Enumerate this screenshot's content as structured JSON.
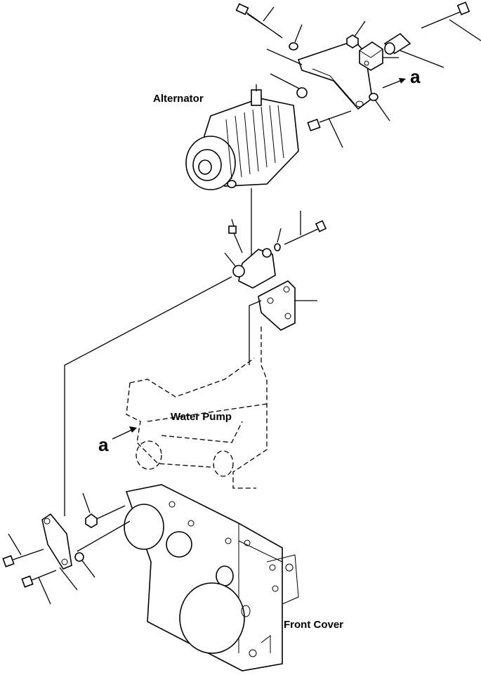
{
  "labels": {
    "alternator": "Alternator",
    "water_pump": "Water Pump",
    "front_cover": "Front Cover",
    "ref_a_top": "a",
    "ref_a_left": "a"
  },
  "colors": {
    "ink": "#000000",
    "paper": "#ffffff"
  }
}
